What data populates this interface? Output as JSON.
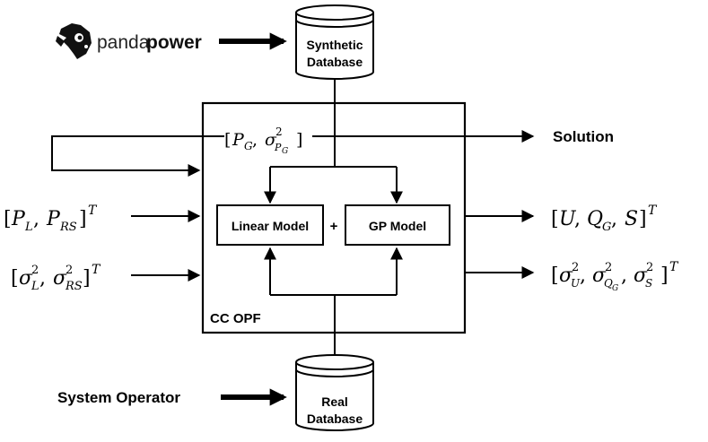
{
  "brand": {
    "panda": "panda",
    "power": "power",
    "logo_icon": "panda-head-icon"
  },
  "databases": {
    "synthetic": {
      "line1": "Synthetic",
      "line2": "Database"
    },
    "real": {
      "line1": "Real",
      "line2": "Database"
    }
  },
  "system_operator": "System Operator",
  "cc_opf_label": "CC OPF",
  "blocks": {
    "linear_model": "Linear Model",
    "plus": "+",
    "gp_model": "GP Model"
  },
  "inputs": {
    "load_bracket_open": "[",
    "load_P": "P",
    "load_L": "L",
    "load_comma": ", ",
    "load_P2": "P",
    "load_RS": "RS",
    "load_bracket_close": "]",
    "load_T": "T",
    "var_bracket_open": "[",
    "var_sigma1": "σ",
    "var_sup1": "2",
    "var_sub1": "L",
    "var_comma": ", ",
    "var_sigma2": "σ",
    "var_sup2": "2",
    "var_sub2": "RS",
    "var_bracket_close": "]",
    "var_T": "T"
  },
  "feedback": {
    "bracket_open": "[",
    "P": "P",
    "sub_G": "G",
    "comma": ", ",
    "sigma": "σ",
    "sup2": "2",
    "sub_P": "P",
    "sub_PG": "G",
    "bracket_close": "]"
  },
  "outputs": {
    "solution": "Solution",
    "out1_open": "[",
    "out1_U": "U",
    "out1_comma1": ", ",
    "out1_Q": "Q",
    "out1_G": "G",
    "out1_comma2": ", ",
    "out1_S": "S",
    "out1_close": "]",
    "out1_T": "T",
    "out2_open": "[",
    "out2_s1": "σ",
    "out2_sup1": "2",
    "out2_sub1": "U",
    "out2_c1": ", ",
    "out2_s2": "σ",
    "out2_sup2": "2",
    "out2_sub2": "Q",
    "out2_sub2b": "G",
    "out2_c2": ", ",
    "out2_s3": "σ",
    "out2_sup3": "2",
    "out2_sub3": "S",
    "out2_close": "]",
    "out2_T": "T"
  }
}
